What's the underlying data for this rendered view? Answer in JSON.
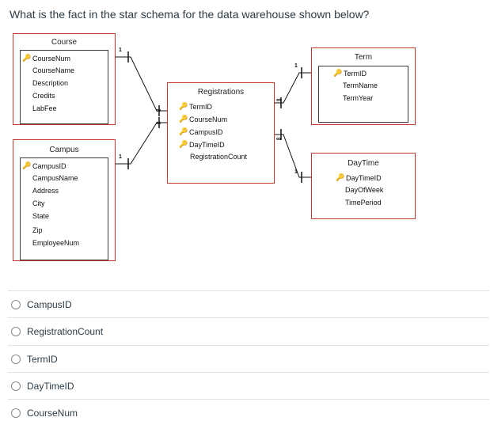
{
  "question": "What is the fact in the star schema for the data warehouse shown below?",
  "tables": {
    "course": {
      "title": "Course",
      "fields": [
        "CourseNum",
        "CourseName",
        "Description",
        "Credits",
        "LabFee"
      ],
      "keys": [
        true,
        false,
        false,
        false,
        false
      ]
    },
    "campus": {
      "title": "Campus",
      "fields": [
        "CampusID",
        "CampusName",
        "Address",
        "City",
        "State",
        "Zip",
        "EmployeeNum"
      ],
      "keys": [
        true,
        false,
        false,
        false,
        false,
        false,
        false
      ]
    },
    "registrations": {
      "title": "Registrations",
      "fields": [
        "TermID",
        "CourseNum",
        "CampusID",
        "DayTimeID",
        "RegistrationCount"
      ],
      "keys": [
        true,
        true,
        true,
        true,
        false
      ]
    },
    "term": {
      "title": "Term",
      "fields": [
        "TermID",
        "TermName",
        "TermYear"
      ],
      "keys": [
        true,
        false,
        false
      ]
    },
    "daytime": {
      "title": "DayTime",
      "fields": [
        "DayTimeID",
        "DayOfWeek",
        "TimePeriod"
      ],
      "keys": [
        true,
        false,
        false
      ]
    }
  },
  "cardinality": {
    "one": "1",
    "many": "∞"
  },
  "options": [
    "CampusID",
    "RegistrationCount",
    "TermID",
    "DayTimeID",
    "CourseNum"
  ]
}
